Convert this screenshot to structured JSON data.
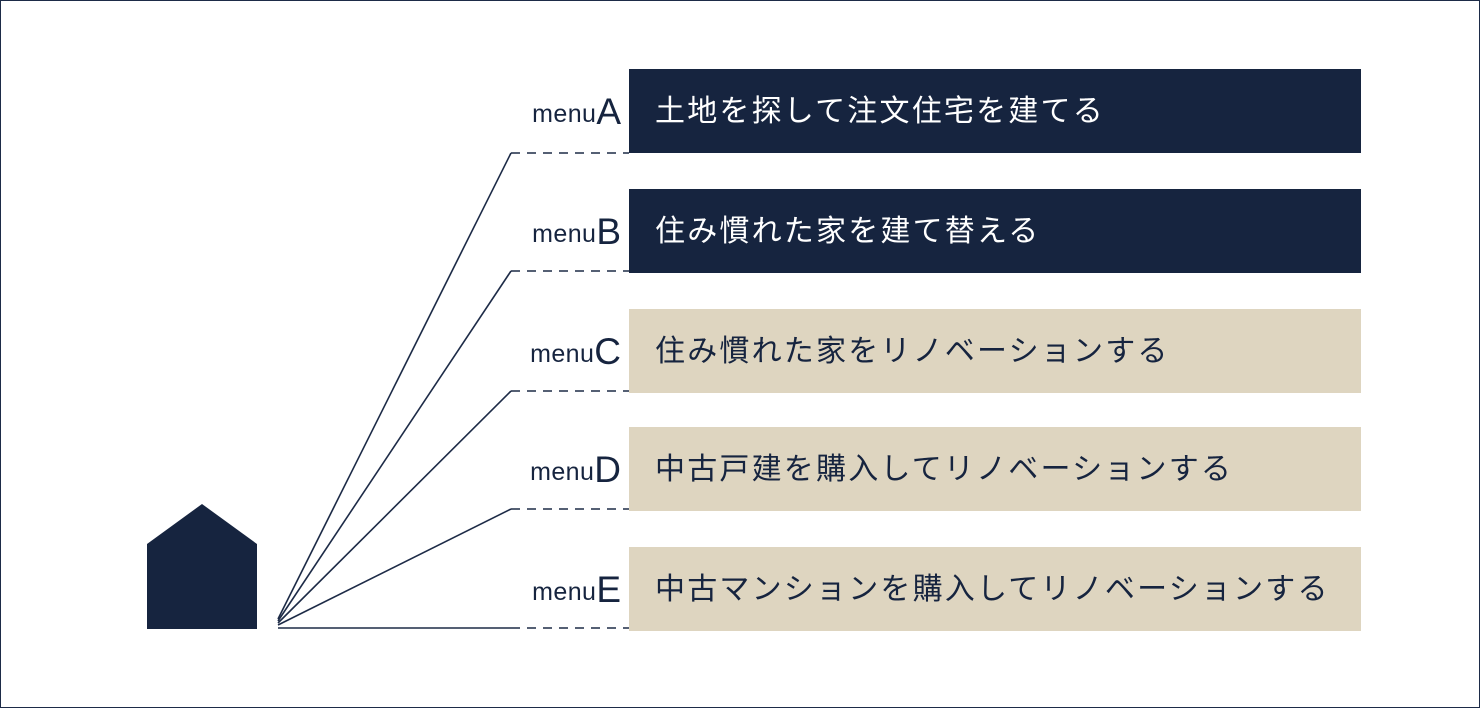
{
  "diagram": {
    "title_icon": "house-icon",
    "colors": {
      "dark_navy": "#16243f",
      "beige": "#ded5c0",
      "white": "#ffffff",
      "line": "#1d2b47"
    },
    "menu_word": "menu",
    "rows": [
      {
        "id": "a",
        "letter": "A",
        "label": "menuA",
        "text": "土地を探して注文住宅を建てる",
        "style": "dark"
      },
      {
        "id": "b",
        "letter": "B",
        "label": "menuB",
        "text": "住み慣れた家を建て替える",
        "style": "dark"
      },
      {
        "id": "c",
        "letter": "C",
        "label": "menuC",
        "text": "住み慣れた家をリノベーションする",
        "style": "light"
      },
      {
        "id": "d",
        "letter": "D",
        "label": "menuD",
        "text": "中古戸建を購入してリノベーションする",
        "style": "light"
      },
      {
        "id": "e",
        "letter": "E",
        "label": "menuE",
        "text": "中古マンションを購入してリノベーションする",
        "style": "light"
      }
    ]
  }
}
